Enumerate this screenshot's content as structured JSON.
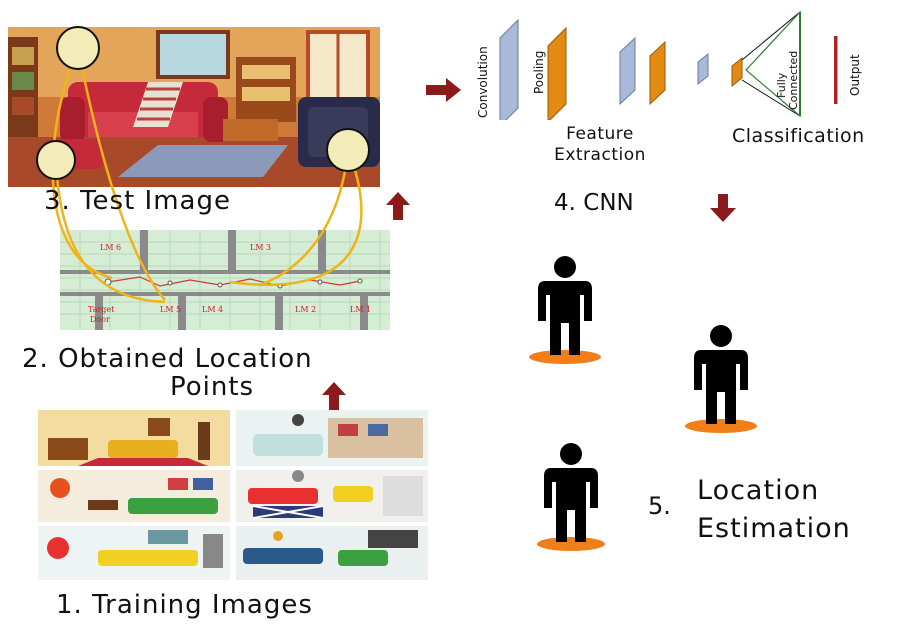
{
  "steps": {
    "test_image": "3. Test Image",
    "obtained_points_line1": "2. Obtained Location",
    "obtained_points_line2": "Points",
    "training_images": "1. Training Images",
    "cnn": "4. CNN",
    "location_number": "5.",
    "location_line1": "Location",
    "location_line2": "Estimation"
  },
  "cnn_diagram": {
    "convolution": "Convolution",
    "pooling": "Pooling",
    "fully_connected_line1": "Fully",
    "fully_connected_line2": "Connected",
    "output": "Output",
    "feature_line1": "Feature",
    "feature_line2": "Extraction",
    "classification": "Classification"
  },
  "floor_map": {
    "labels": [
      "LM 6",
      "LM 3",
      "Target",
      "Door",
      "LM 5",
      "LM 4",
      "LM 2",
      "LM 1"
    ]
  },
  "colors": {
    "arrow": "#8b1a1a",
    "conv_layer": "#a9b9d9",
    "pool_layer": "#e38a12",
    "output_bar": "#b22222",
    "fc_stroke": "#2e7d32",
    "link_lines": "#f0b418",
    "marker_fill": "#f3ecb8",
    "person": "#000000",
    "person_base": "#f07f1a",
    "map_bg": "#d5ecd5",
    "map_label": "#cc2222"
  }
}
